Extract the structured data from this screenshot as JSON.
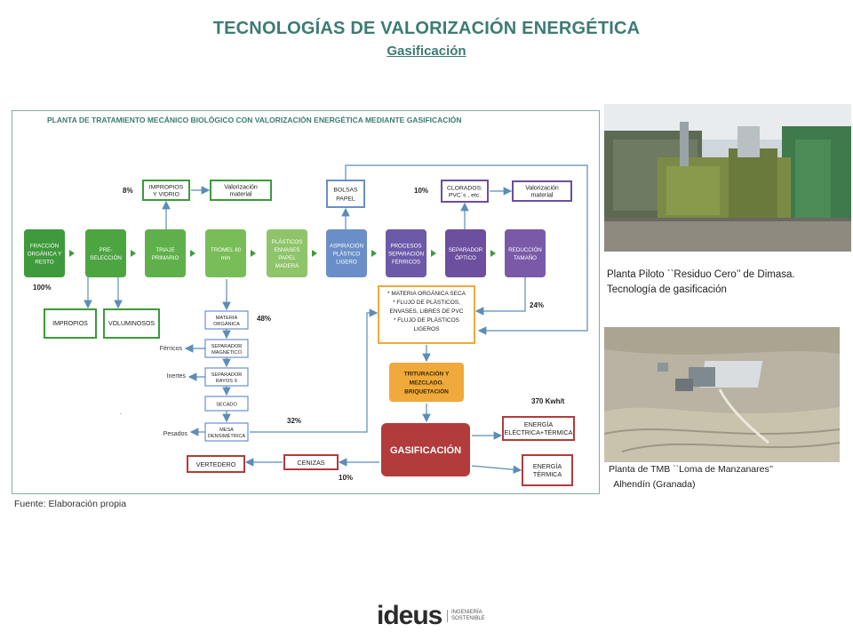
{
  "header": {
    "title": "TECNOLOGÍAS DE VALORIZACIÓN ENERGÉTICA",
    "subtitle": "Gasificación"
  },
  "diagram": {
    "title": "PLANTA DE TRATAMIENTO MECÁNICO BIOLÓGICO CON VALORIZACIÓN ENERGÉTICA MEDIANTE GASIFICACIÓN",
    "main_steps": [
      [
        "FRACCIÓN",
        "ORGÁNICA Y",
        "RESTO"
      ],
      [
        "PRE-",
        "SELECCIÓN"
      ],
      [
        "TRIAJE",
        "PRIMARIO"
      ],
      [
        "TRÓMEL 80",
        "mm"
      ],
      [
        "PLÁSTICOS",
        "ENVASES",
        "PAPEL",
        "MADERA"
      ],
      [
        "ASPIRACIÓN",
        "PLÁSTICO",
        "LIGERO"
      ],
      [
        "PROCESOS",
        "SEPARACIÓN",
        "FÉRRICOS"
      ],
      [
        "SEPARADOR",
        "ÓPTICO"
      ],
      [
        "REDUCCIÓN",
        "TAMAÑO"
      ]
    ],
    "pct_100": "100%",
    "pct_8": "8%",
    "pct_10_top": "10%",
    "pct_48": "48%",
    "pct_24": "24%",
    "pct_32": "32%",
    "pct_10_bottom": "10%",
    "kwh": "370 Kwh/t",
    "impropios_vidrio": [
      "IMPROPIOS",
      "Y VIDRIO"
    ],
    "valorizacion": [
      "Valorización",
      "material"
    ],
    "bolsas_papel": [
      "BOLSAS",
      "PAPEL"
    ],
    "clorados": [
      "CLORADOS:",
      "PVC´s , etc."
    ],
    "impropios": "IMPROPIOS",
    "voluminosos": "VOLUMINOSOS",
    "sub_steps": [
      [
        "MATERIA",
        "ORGÁNICA"
      ],
      [
        "SEPARADOR",
        "MAGNÉTICO"
      ],
      [
        "SEPARADOR",
        "RAYOS X"
      ],
      [
        "SECADO"
      ],
      [
        "MESA",
        "DENSIMÉTRICA"
      ]
    ],
    "side_labels": [
      "Férricos",
      "Inertes",
      "Pesados"
    ],
    "materia_seca": [
      "* MATERIA ORGÁNICA SECA",
      "* FLUJO DE PLÁSTICOS,",
      "ENVASES, LIBRES DE  PVC",
      "* FLUJO DE PLÁSTICOS",
      "LIGEROS"
    ],
    "trituracion": [
      "TRITURACIÓN  Y",
      "MEZCLADO.",
      "BRIQUETACIÓN"
    ],
    "gasificacion": "GASIFICACIÓN",
    "energia_electrica": [
      "ENERGÍA",
      "ELÉCTRICA+TÉRMICA"
    ],
    "energia_termica": [
      "ENERGÍA",
      "TÉRMICA"
    ],
    "cenizas": "CENIZAS",
    "vertedero": "VERTEDERO",
    "dot": "."
  },
  "source_note": "Fuente: Elaboración propia",
  "captions": {
    "photo1": [
      "Planta Piloto ``Residuo Cero’’ de Dimasa.",
      "Tecnología de gasificación"
    ],
    "photo2": [
      "Planta  de TMB ``Loma de Manzanares’’",
      "  Alhendín (Granada)"
    ]
  },
  "logo": {
    "wordmark": "ideus",
    "tagline": [
      "INGENIERÍA",
      "SOSTENIBLE"
    ]
  },
  "colors": {
    "teal": "#3d7b73",
    "green_dark": "#3e9a3a",
    "green_light": "#86c95a",
    "blue": "#6a8fc8",
    "purple": "#6c4f9e",
    "orange": "#f0a93b",
    "red": "#b23b3b"
  }
}
